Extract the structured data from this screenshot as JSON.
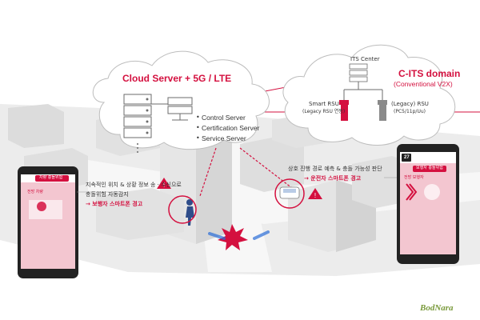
{
  "cloud": {
    "title": "Cloud Server + 5G / LTE",
    "servers": [
      "Control Server",
      "Certification Server",
      "Service Server"
    ]
  },
  "c_its": {
    "title": "C-ITS domain",
    "subtitle": "(Conventional V2X)",
    "its_center": "ITS Center",
    "smart_rsu": "Smart RSU",
    "smart_rsu_sub": "(Legacy RSU 연동)",
    "legacy_rsu": "(Legacy) RSU",
    "legacy_rsu_sub": "(PC5/11p/Uu)"
  },
  "pedestrian_callout": {
    "line1": "지속적인 위치 & 상황 정보 송 · 수신으로",
    "line2": "충돌위험 자동감지",
    "alert": "→ 보행자 스마트폰 경고"
  },
  "driver_callout": {
    "line1": "상호 진행 경로 예측 & 충돌 가능성 판단",
    "alert": "→ 운전자 스마트폰 경고"
  },
  "phone_left": {
    "banner": "차량 충돌위험",
    "label": "전방 차량"
  },
  "phone_right": {
    "speed": "27",
    "banner": "보행자 충돌위험",
    "label": "전방 보행자"
  },
  "watermark": "BodNara",
  "colors": {
    "accent": "#d4103f",
    "building": "#e3e3e3",
    "cloud_outline": "#9a9a9a",
    "phone_screen": "#f3c6d0",
    "collision": "#2b6ed8"
  }
}
